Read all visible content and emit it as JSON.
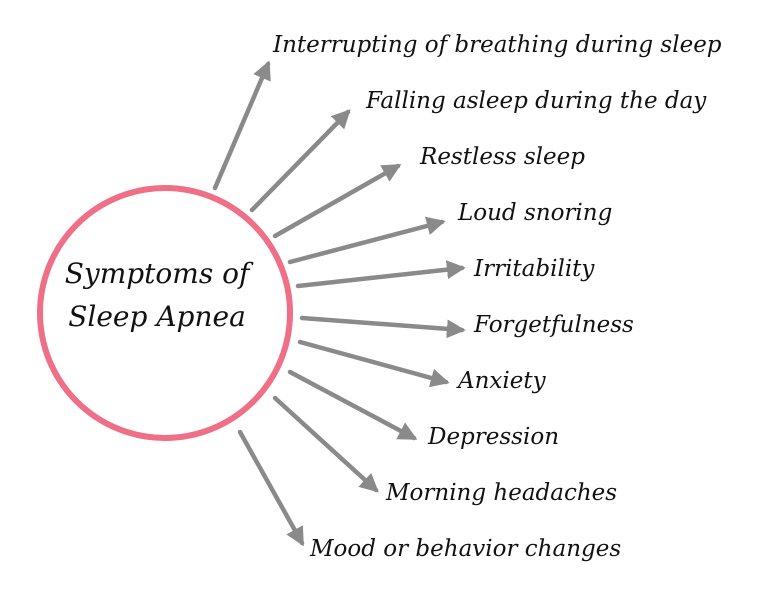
{
  "center": {
    "line1": "Symptoms of",
    "line2": "Sleep Apnea"
  },
  "symptoms": [
    "Interrupting of breathing during sleep",
    "Falling asleep during the day",
    "Restless sleep",
    "Loud snoring",
    "Irritability",
    "Forgetfulness",
    "Anxiety",
    "Depression",
    "Morning headaches",
    "Mood or behavior changes"
  ],
  "colors": {
    "circle": "#ef6f86",
    "arrow": "#8a8a8a",
    "text": "#111111"
  }
}
